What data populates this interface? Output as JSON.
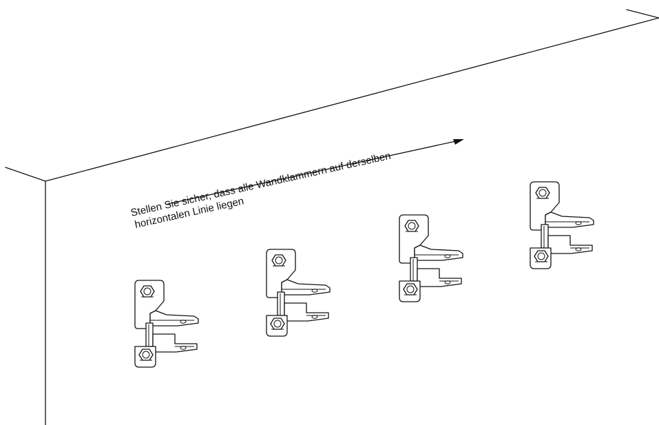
{
  "instruction": {
    "line1": "Stellen Sie sicher, dass alle Wandklammern auf derselben",
    "line2": "horizontalen Linie liegen"
  },
  "brackets": [
    {
      "name": "wall-bracket-1"
    },
    {
      "name": "wall-bracket-2"
    },
    {
      "name": "wall-bracket-3"
    },
    {
      "name": "wall-bracket-4"
    }
  ],
  "colors": {
    "line": "#111111",
    "background": "#ffffff"
  }
}
